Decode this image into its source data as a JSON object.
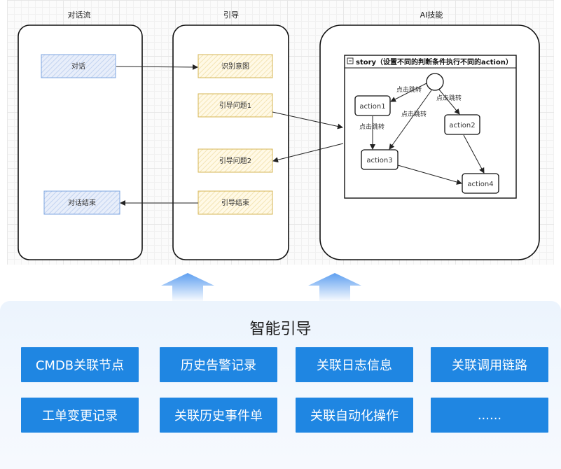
{
  "lanes": {
    "lane1_title": "对话流",
    "lane2_title": "引导",
    "lane3_title": "AI技能"
  },
  "nodes": {
    "dialog": "对话",
    "dialog_end": "对话结束",
    "identify_intent": "识别意图",
    "guide_q1": "引导问题1",
    "guide_q2": "引导问题2",
    "guide_end": "引导结束"
  },
  "story": {
    "title": "story（设置不同的判断条件执行不同的action）",
    "action1": "action1",
    "action2": "action2",
    "action3": "action3",
    "action4": "action4",
    "edge_label_1": "点击跳转",
    "edge_label_2": "点击跳转",
    "edge_label_3": "点击跳转",
    "edge_label_4": "点击跳转"
  },
  "panel": {
    "title": "智能引导",
    "tiles": [
      "CMDB关联节点",
      "历史告警记录",
      "关联日志信息",
      "关联调用链路",
      "工单变更记录",
      "关联历史事件单",
      "关联自动化操作",
      "......"
    ]
  },
  "colors": {
    "dialog_node_fill": "#dbe6f7",
    "dialog_node_border": "#7ea6e0",
    "guide_node_fill": "#fff7dd",
    "guide_node_border": "#d6b656",
    "tile_fill": "#1f86e2",
    "panel_bg": "#ecf4fd",
    "arrow_gradient_top": "#6aa6f0",
    "arrow_gradient_bottom": "#ffffff"
  }
}
